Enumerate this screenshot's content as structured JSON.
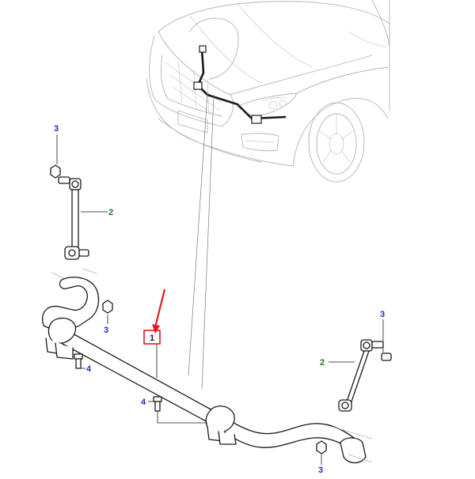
{
  "colors": {
    "callout_blue": "#1f2ec8",
    "callout_green": "#1e7a1e",
    "callout_red_box": "#e01c1c",
    "indicator_arrow": "#e01c1c"
  },
  "callouts": {
    "c1": "1",
    "c2_left": "2",
    "c2_right": "2",
    "c3_top_left": "3",
    "c3_left_bolt": "3",
    "c3_right_top": "3",
    "c3_bottom_right": "3",
    "c4_left": "4",
    "c4_center": "4"
  }
}
